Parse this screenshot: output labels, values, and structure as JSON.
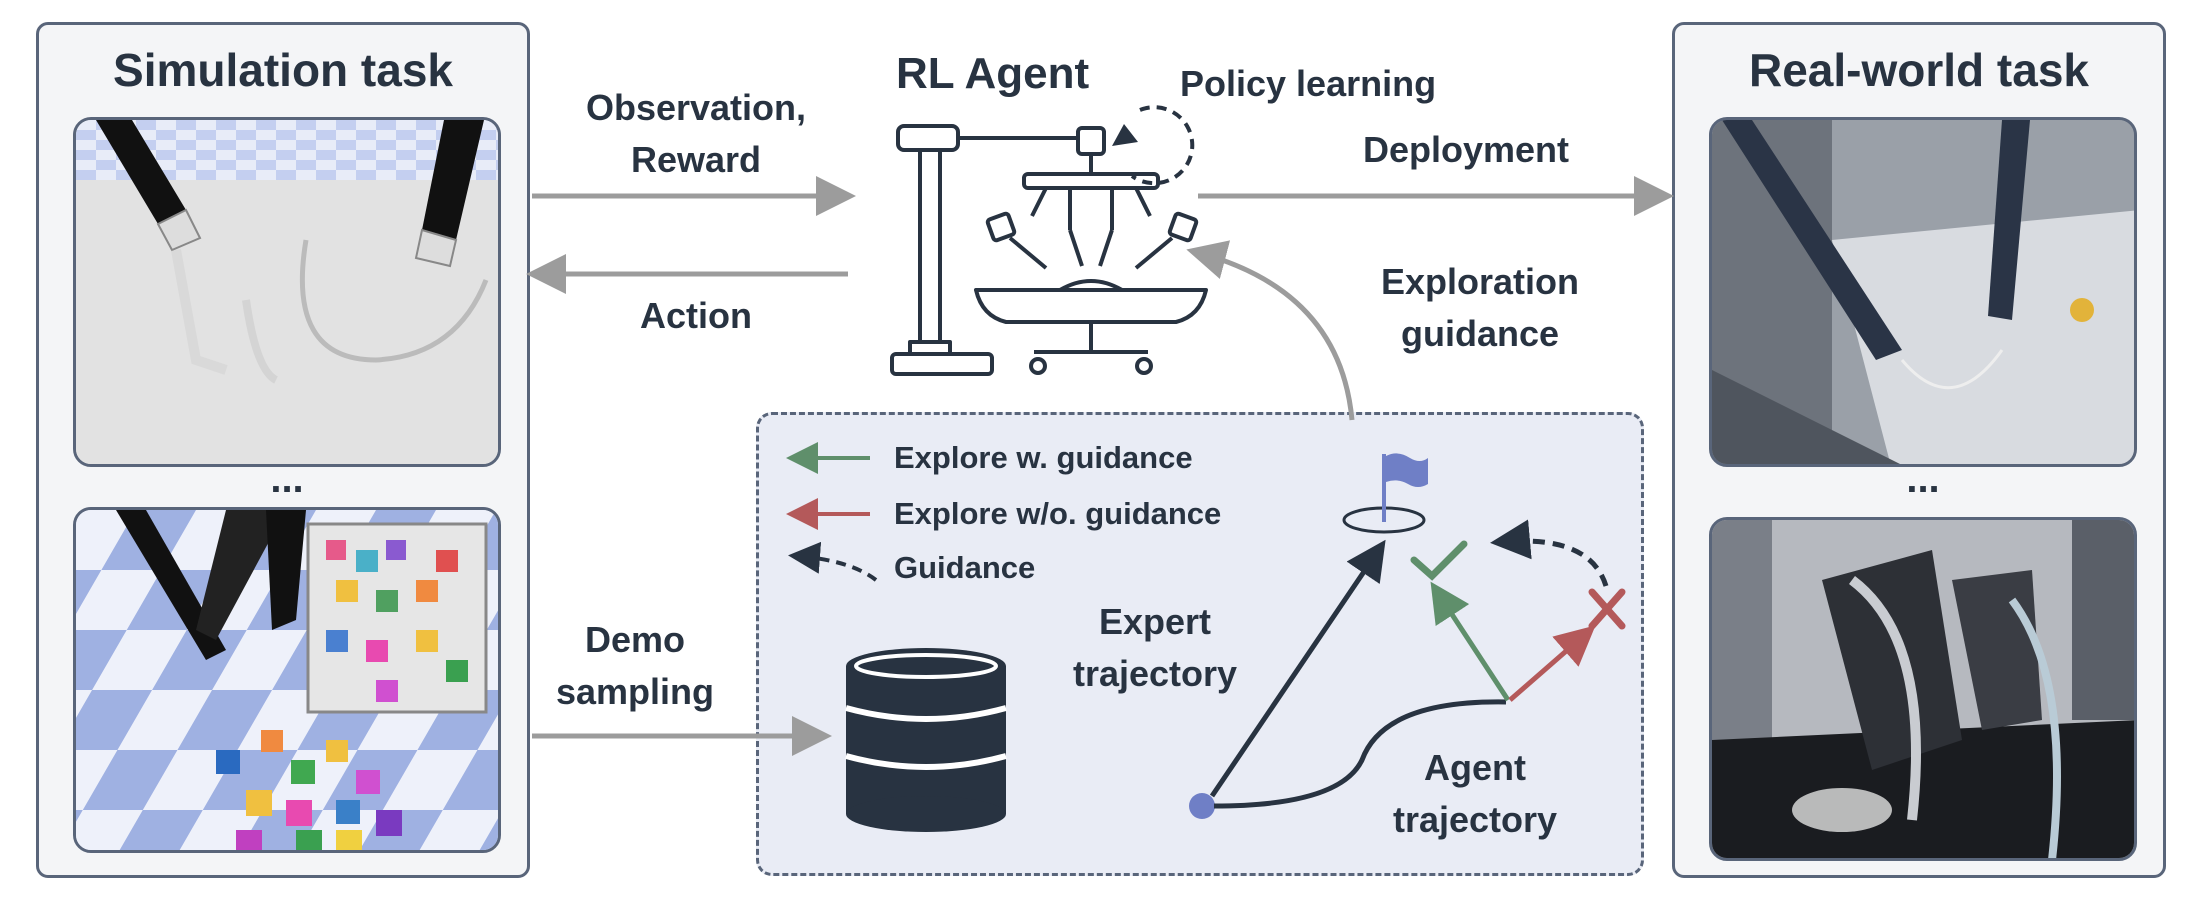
{
  "left_panel": {
    "title": "Simulation task",
    "ellipsis": "..."
  },
  "right_panel": {
    "title": "Real-world task",
    "ellipsis": "..."
  },
  "agent": {
    "title": "RL Agent",
    "policy_label": "Policy learning"
  },
  "arrows": {
    "observation_label": "Observation,",
    "reward_label": "Reward",
    "action_label": "Action",
    "deployment_label": "Deployment",
    "exploration_label_1": "Exploration",
    "exploration_label_2": "guidance",
    "demo_label_1": "Demo",
    "demo_label_2": "sampling"
  },
  "legend": {
    "items": [
      {
        "label": "Explore w. guidance",
        "color": "#5f8f6b"
      },
      {
        "label": "Explore w/o. guidance",
        "color": "#b4595a"
      },
      {
        "label": "Guidance",
        "color": "#283341"
      }
    ]
  },
  "trajectory": {
    "expert_1": "Expert",
    "expert_2": "trajectory",
    "agent_1": "Agent",
    "agent_2": "trajectory"
  },
  "colors": {
    "dark": "#283341",
    "panel_border": "#59657a",
    "arrow_gray": "#9c9c9c",
    "green": "#5f8f6b",
    "red": "#b4595a",
    "blue": "#6f7fc6",
    "box_fill": "#e9ecf5"
  }
}
